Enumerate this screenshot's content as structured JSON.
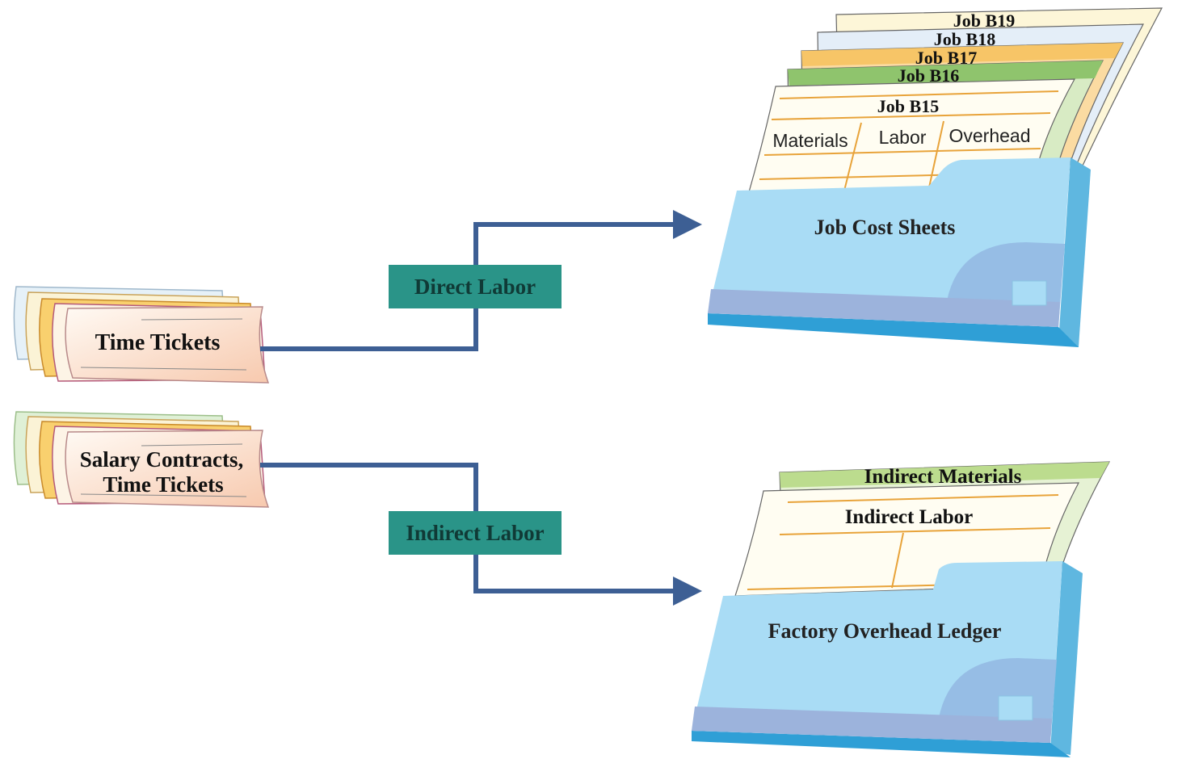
{
  "sources": {
    "time_tickets": {
      "label": "Time Tickets"
    },
    "salary_contracts": {
      "line1": "Salary Contracts,",
      "line2": "Time Tickets"
    }
  },
  "flows": {
    "direct_labor": {
      "label": "Direct Labor"
    },
    "indirect_labor": {
      "label": "Indirect Labor"
    }
  },
  "job_cost_sheets": {
    "title": "Job Cost Sheets",
    "tabs": [
      "Job B19",
      "Job B18",
      "Job B17",
      "Job B16",
      "Job B15"
    ],
    "columns": [
      "Materials",
      "Labor",
      "Overhead"
    ]
  },
  "factory_overhead_ledger": {
    "title": "Factory Overhead Ledger",
    "sheets": [
      "Indirect Materials",
      "Indirect Labor"
    ]
  },
  "colors": {
    "arrow": "#3d5f94",
    "label_box": "#2a9488",
    "folder": "#a9dcf5",
    "folder_base": "#2f9fd6",
    "folder_band": "#9cb3dc",
    "sheet_line": "#e8a33a"
  }
}
